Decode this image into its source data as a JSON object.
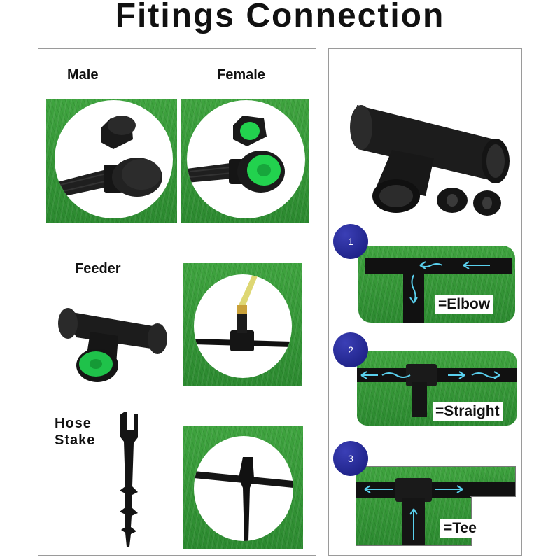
{
  "header": {
    "title": "Fitings Connection"
  },
  "panels": {
    "male_female": {
      "male_label": "Male",
      "female_label": "Female"
    },
    "feeder": {
      "label": "Feeder"
    },
    "hose_stake": {
      "label_line1": "Hose",
      "label_line2": "Stake"
    }
  },
  "steps": [
    {
      "number": "1",
      "label": "=Elbow"
    },
    {
      "number": "2",
      "label": "=Straight"
    },
    {
      "number": "3",
      "label": "=Tee"
    }
  ],
  "colors": {
    "grass": "#34983a",
    "fitting": "#1b1b1b",
    "green_cap": "#1fc24a",
    "badge": "#1e2390",
    "arrow": "#4fc8e8"
  }
}
